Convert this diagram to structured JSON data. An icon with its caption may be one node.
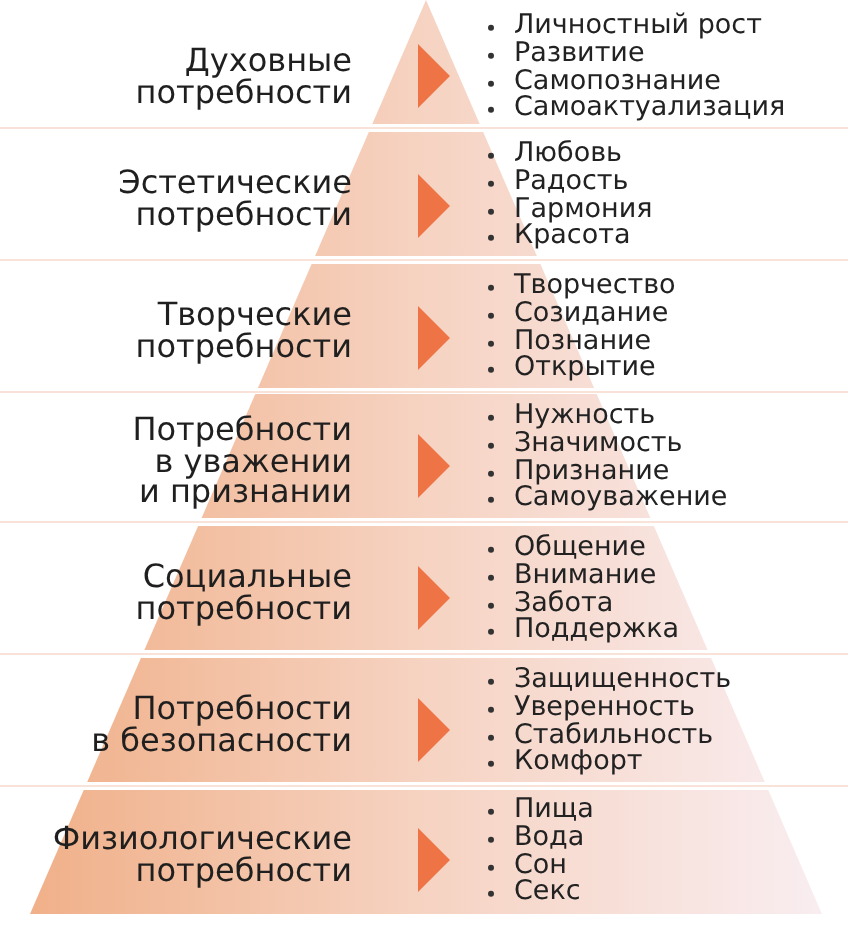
{
  "diagram": {
    "nodes": [
      {
        "text": [
          "Духовные потребности",
          "Личностный рост",
          "Развитие",
          "Самопознание",
          "Самоактуализация"
        ]
      },
      {
        "text": [
          "Эстетические потребности",
          "Любовь",
          "Радость",
          "Гармония",
          "Красота"
        ]
      },
      {
        "text": [
          "Творческие потребности",
          "Творчество",
          "Созидание",
          "Познание",
          "Открытие"
        ]
      },
      {
        "text": [
          "Потребности в уважении и признании",
          "Нужность",
          "Значимость",
          "Признание",
          "Самоуважение"
        ]
      },
      {
        "text": [
          "Социальные потребности",
          "Общение",
          "Внимание",
          "Забота",
          "Поддержка"
        ]
      },
      {
        "text": [
          "Потребности в безопасности",
          "Защищенность",
          "Уверенность",
          "Стабильность",
          "Комфорт"
        ]
      },
      {
        "text": [
          "Физиологические потребности",
          "Пища",
          "Вода",
          "Сон",
          "Секс"
        ]
      }
    ]
  }
}
